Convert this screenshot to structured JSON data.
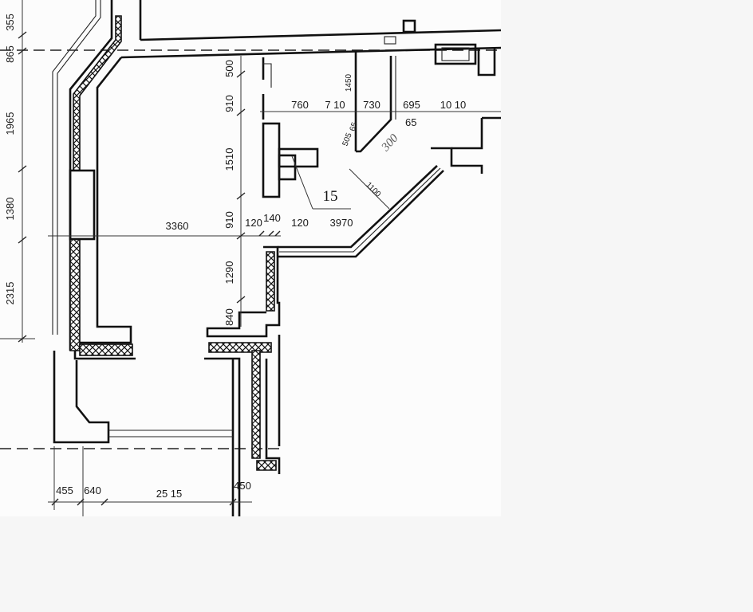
{
  "room": {
    "number": "15"
  },
  "dimensions": {
    "left_vertical": [
      "355",
      "865",
      "1965",
      "1380",
      "2315"
    ],
    "inner_vertical": [
      "500",
      "910",
      "1510",
      "910",
      "1290",
      "840"
    ],
    "top_row": [
      "760",
      "7 10",
      "730",
      "695",
      "10 10"
    ],
    "middle_row": [
      "3360",
      "120",
      "140",
      "120",
      "3970"
    ],
    "bottom_row": [
      "455",
      "640",
      "25 15",
      "450"
    ],
    "diagonal": [
      "1450",
      "65",
      "505",
      "65",
      "1100"
    ],
    "handwritten": "300"
  }
}
